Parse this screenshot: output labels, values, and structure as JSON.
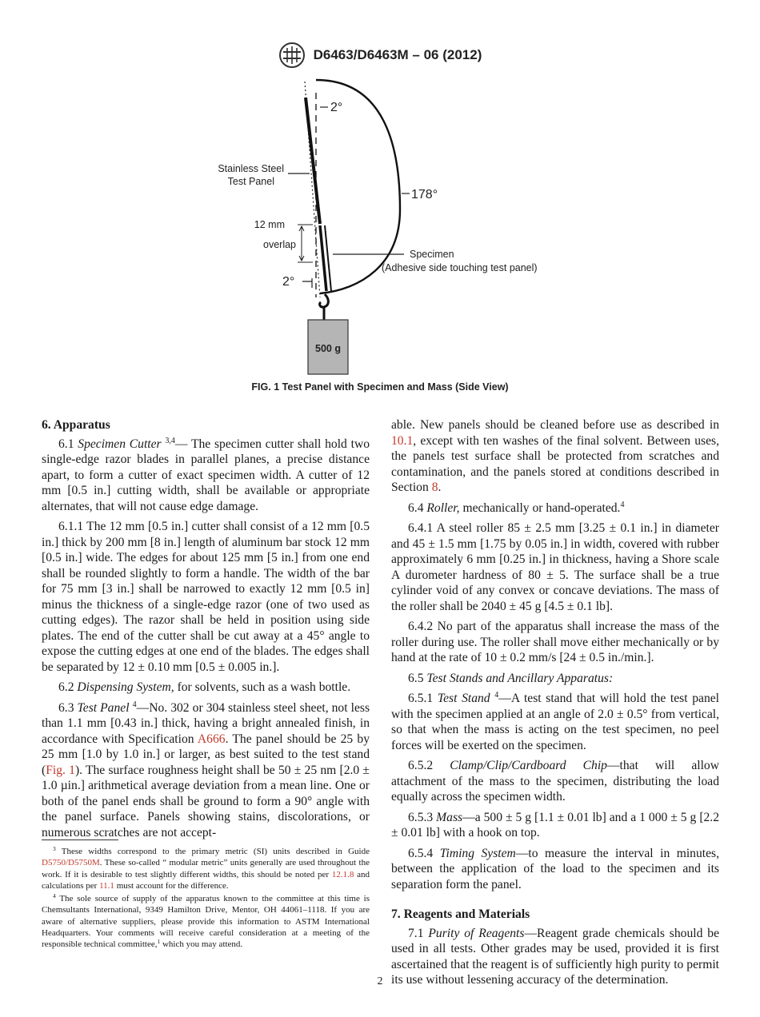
{
  "header": {
    "title": "D6463/D6463M – 06 (2012)",
    "logo_icon": "astm-logo-icon"
  },
  "figure": {
    "labels": {
      "angle_top": "2°",
      "angle_arc": "178°",
      "angle_bottom": "2°",
      "panel_line1": "Stainless Steel",
      "panel_line2": "Test Panel",
      "overlap_line1": "12 mm",
      "overlap_line2": "overlap",
      "specimen_line1": "Specimen",
      "specimen_line2": "(Adhesive side touching test panel)",
      "mass": "500 g"
    },
    "caption": "FIG. 1 Test Panel with Specimen and Mass (Side View)"
  },
  "left": {
    "heading": "6. Apparatus",
    "p61": {
      "num": "6.1 ",
      "title": "Specimen Cutter",
      "sup": "3,4",
      "text": "— The specimen cutter shall hold two single-edge razor blades in parallel planes, a precise distance apart, to form a cutter of exact specimen width. A cutter of 12 mm [0.5 in.] cutting width, shall be available or appropriate alternates, that will not cause edge damage."
    },
    "p611": "6.1.1 The 12 mm [0.5 in.] cutter shall consist of a 12 mm [0.5 in.] thick by 200 mm [8 in.] length of aluminum bar stock 12 mm [0.5 in.] wide. The edges for about 125 mm [5 in.] from one end shall be rounded slightly to form a handle. The width of the bar for 75 mm [3 in.] shall be narrowed to exactly 12 mm [0.5 in] minus the thickness of a single-edge razor (one of two used as cutting edges). The razor shall be held in position using side plates. The end of the cutter shall be cut away at a 45° angle to expose the cutting edges at one end of the blades. The edges shall be separated by 12 ± 0.10 mm [0.5 ± 0.005 in.].",
    "p62": {
      "num": "6.2 ",
      "title": "Dispensing System,",
      "text": " for solvents, such as a wash bottle."
    },
    "p63": {
      "num": "6.3 ",
      "title": "Test Panel",
      "sup": "4",
      "text_a": "—No. 302 or 304 stainless steel sheet, not less than 1.1 mm [0.43 in.] thick, having a bright annealed finish, in accordance with Specification ",
      "link_a": "A666",
      "text_b": ". The panel should be 25 by 25 mm [1.0 by 1.0 in.] or larger, as best suited to the test stand (",
      "link_b": "Fig. 1",
      "text_c": "). The surface roughness height shall be 50 ± 25 nm [2.0 ± 1.0 µin.] arithmetical average deviation from a mean line. One or both of the panel ends shall be ground to form a 90° angle with the panel surface. Panels showing stains, discolorations, or numerous scratches are not accept-"
    }
  },
  "footnotes": {
    "fn3": {
      "sup": "3",
      "text_a": " These widths correspond to the primary metric (SI) units described in Guide ",
      "link_a": "D5750/D5750M",
      "text_b": ". These so-called “ modular metric” units generally are used throughout the work. If it is desirable to test slightly different widths, this should be noted per ",
      "link_b": "12.1.8",
      "text_c": " and calculations per ",
      "link_c": "11.1",
      "text_d": " must account for the difference."
    },
    "fn4": {
      "sup": "4",
      "text_a": " The sole source of supply of the apparatus known to the committee at this time is Chemsultants International, 9349 Hamilton Drive, Mentor, OH 44061–1118. If you are aware of alternative suppliers, please provide this information to ASTM International Headquarters. Your comments will receive careful consideration at a meeting of the responsible technical committee,",
      "sup2": "1",
      "text_b": " which you may attend."
    }
  },
  "right": {
    "p_cont": {
      "text_a": "able. New panels should be cleaned before use as described in ",
      "link_a": "10.1",
      "text_b": ", except with ten washes of the final solvent. Between uses, the panels test surface shall be protected from scratches and contamination, and the panels stored at conditions described in Section ",
      "link_b": "8",
      "text_c": "."
    },
    "p64": {
      "num": "6.4 ",
      "title": "Roller,",
      "text": " mechanically or hand-operated.",
      "sup": "4"
    },
    "p641": "6.4.1 A steel roller 85 ± 2.5 mm [3.25 ± 0.1 in.] in diameter and 45 ± 1.5 mm [1.75 by 0.05 in.] in width, covered with rubber approximately 6 mm [0.25 in.] in thickness, having a Shore scale A durometer hardness of 80 ± 5. The surface shall be a true cylinder void of any convex or concave deviations. The mass of the roller shall be 2040 ± 45 g [4.5 ± 0.1 lb].",
    "p642": "6.4.2 No part of the apparatus shall increase the mass of the roller during use. The roller shall move either mechanically or by hand at the rate of 10 ± 0.2 mm/s [24 ± 0.5 in./min.].",
    "p65": {
      "num": "6.5 ",
      "title": "Test Stands and Ancillary Apparatus:"
    },
    "p651": {
      "num": "6.5.1 ",
      "title": "Test Stand",
      "sup": "4",
      "text": "—A test stand that will hold the test panel with the specimen applied at an angle of 2.0 ± 0.5° from vertical, so that when the mass is acting on the test specimen, no peel forces will be exerted on the specimen."
    },
    "p652": {
      "num": "6.5.2 ",
      "title": "Clamp/Clip/Cardboard Chip",
      "text": "—that will allow attachment of the mass to the specimen, distributing the load equally across the specimen width."
    },
    "p653": {
      "num": "6.5.3 ",
      "title": "Mass",
      "text": "—a 500 ± 5 g [1.1 ± 0.01 lb] and a 1 000 ± 5 g [2.2 ± 0.01 lb] with a hook on top."
    },
    "p654": {
      "num": "6.5.4 ",
      "title": "Timing System",
      "text": "—to measure the interval in minutes, between the application of the load to the specimen and its separation form the panel."
    },
    "heading7": "7. Reagents and Materials",
    "p71": {
      "num": "7.1 ",
      "title": "Purity of Reagents",
      "text": "—Reagent grade chemicals should be used in all tests. Other grades may be used, provided it is first ascertained that the reagent is of sufficiently high purity to permit its use without lessening accuracy of the determination."
    }
  },
  "page_number": "2",
  "colors": {
    "link": "#c0392b",
    "mass_fill": "#b5b5b5"
  }
}
